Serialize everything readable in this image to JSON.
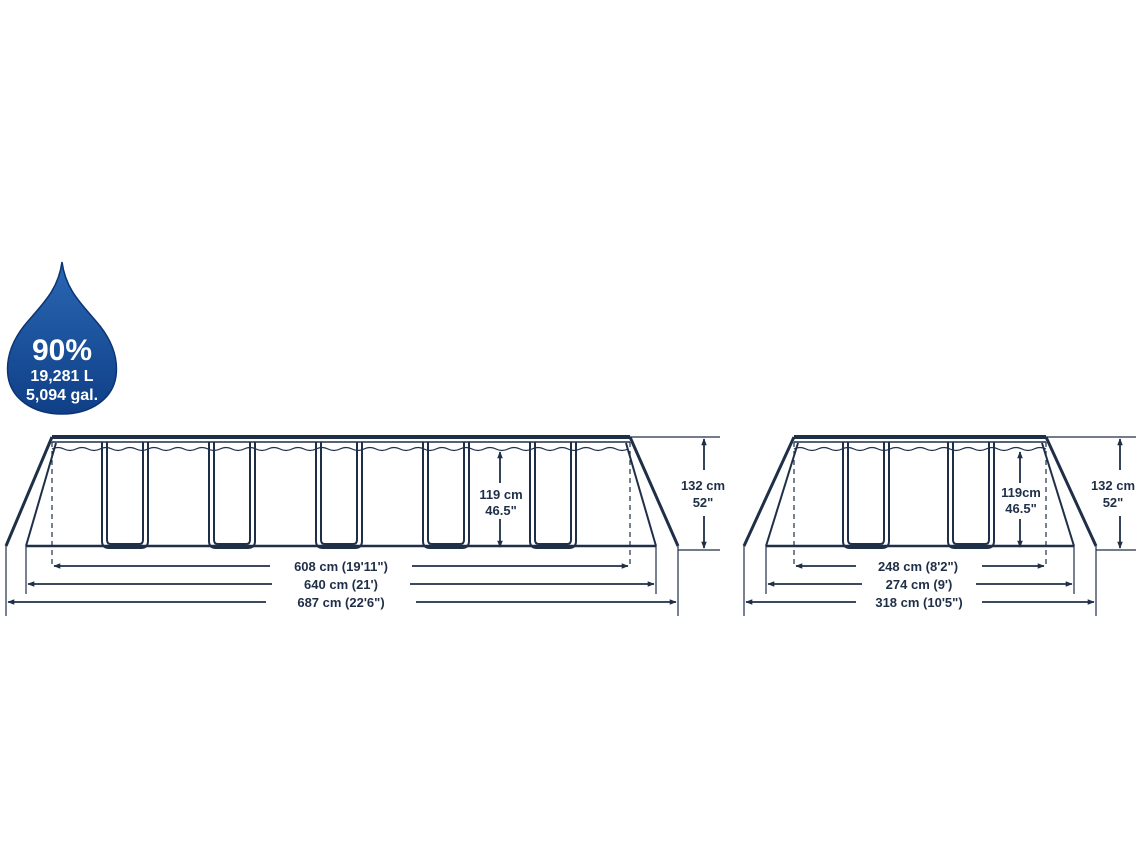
{
  "colors": {
    "line": "#1f2f48",
    "drop_top": "#2a67b3",
    "drop_bottom": "#0f3f87",
    "drop_text": "#ffffff"
  },
  "water_drop": {
    "icon": "water-drop-icon",
    "fill_percent": "90%",
    "liters": "19,281 L",
    "gallons": "5,094 gal."
  },
  "side_view_long": {
    "inner_length": "608 cm (19'11\")",
    "frame_length": "640 cm (21')",
    "outer_length": "687 cm (22'6\")",
    "water_depth_cm": "119 cm",
    "water_depth_in": "46.5\"",
    "wall_height_cm": "132 cm",
    "wall_height_in": "52\""
  },
  "side_view_short": {
    "inner_length": "248 cm (8'2\")",
    "frame_length": "274 cm (9')",
    "outer_length": "318 cm (10'5\")",
    "water_depth_cm": "119cm",
    "water_depth_in": "46.5\"",
    "wall_height_cm": "132 cm",
    "wall_height_in": "52\""
  }
}
